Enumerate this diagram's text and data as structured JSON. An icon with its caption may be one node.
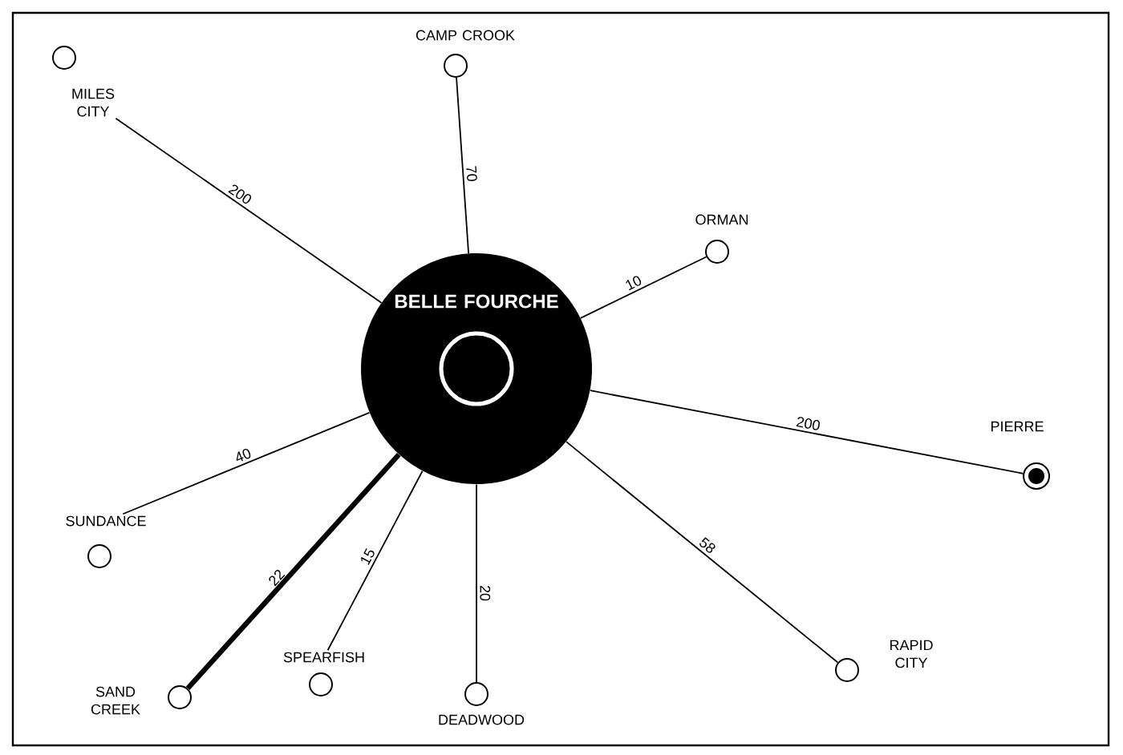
{
  "diagram": {
    "nodes": [
      {
        "text": [
          "MILES CITY"
        ]
      },
      {
        "text": [
          "CAMP CROOK"
        ]
      },
      {
        "text": [
          "ORMAN"
        ]
      },
      {
        "text": [
          "BELLE FOURCHE"
        ]
      },
      {
        "text": [
          "PIERRE"
        ]
      },
      {
        "text": [
          "SUNDANCE"
        ]
      },
      {
        "text": [
          "RAPID CITY"
        ]
      },
      {
        "text": [
          "SAND CREEK"
        ]
      },
      {
        "text": [
          "SPEARFISH"
        ]
      },
      {
        "text": [
          "DEADWOOD"
        ]
      }
    ],
    "edges": [
      {
        "from": 3,
        "to": 0,
        "arrow": "none",
        "label": "200"
      },
      {
        "from": 3,
        "to": 1,
        "arrow": "none",
        "label": "70"
      },
      {
        "from": 3,
        "to": 2,
        "arrow": "none",
        "label": "10"
      },
      {
        "from": 3,
        "to": 4,
        "arrow": "none",
        "label": "200"
      },
      {
        "from": 3,
        "to": 6,
        "arrow": "none",
        "label": "58"
      },
      {
        "from": 3,
        "to": 9,
        "arrow": "none",
        "label": "20"
      },
      {
        "from": 3,
        "to": 8,
        "arrow": "none",
        "label": "15"
      },
      {
        "from": 3,
        "to": 7,
        "arrow": "none",
        "label": "22",
        "style": "thick"
      },
      {
        "from": 3,
        "to": 5,
        "arrow": "none",
        "label": "40"
      }
    ]
  }
}
